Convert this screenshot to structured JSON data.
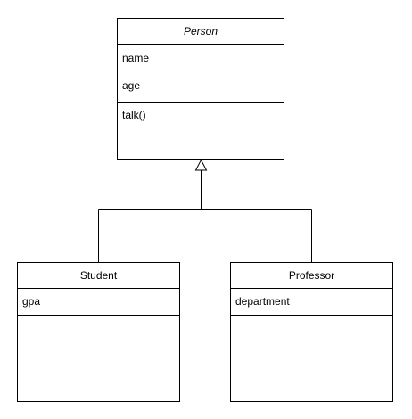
{
  "diagram": {
    "classes": {
      "person": {
        "name": "Person",
        "abstract": true,
        "attributes": [
          "name",
          "age"
        ],
        "operations": [
          "talk()"
        ]
      },
      "student": {
        "name": "Student",
        "abstract": false,
        "attributes": [
          "gpa"
        ],
        "operations": []
      },
      "professor": {
        "name": "Professor",
        "abstract": false,
        "attributes": [
          "department"
        ],
        "operations": []
      }
    },
    "relationships": [
      {
        "type": "generalization",
        "from": "Student",
        "to": "Person"
      },
      {
        "type": "generalization",
        "from": "Professor",
        "to": "Person"
      }
    ],
    "colors": {
      "stroke": "#000000",
      "fill": "#ffffff"
    }
  }
}
